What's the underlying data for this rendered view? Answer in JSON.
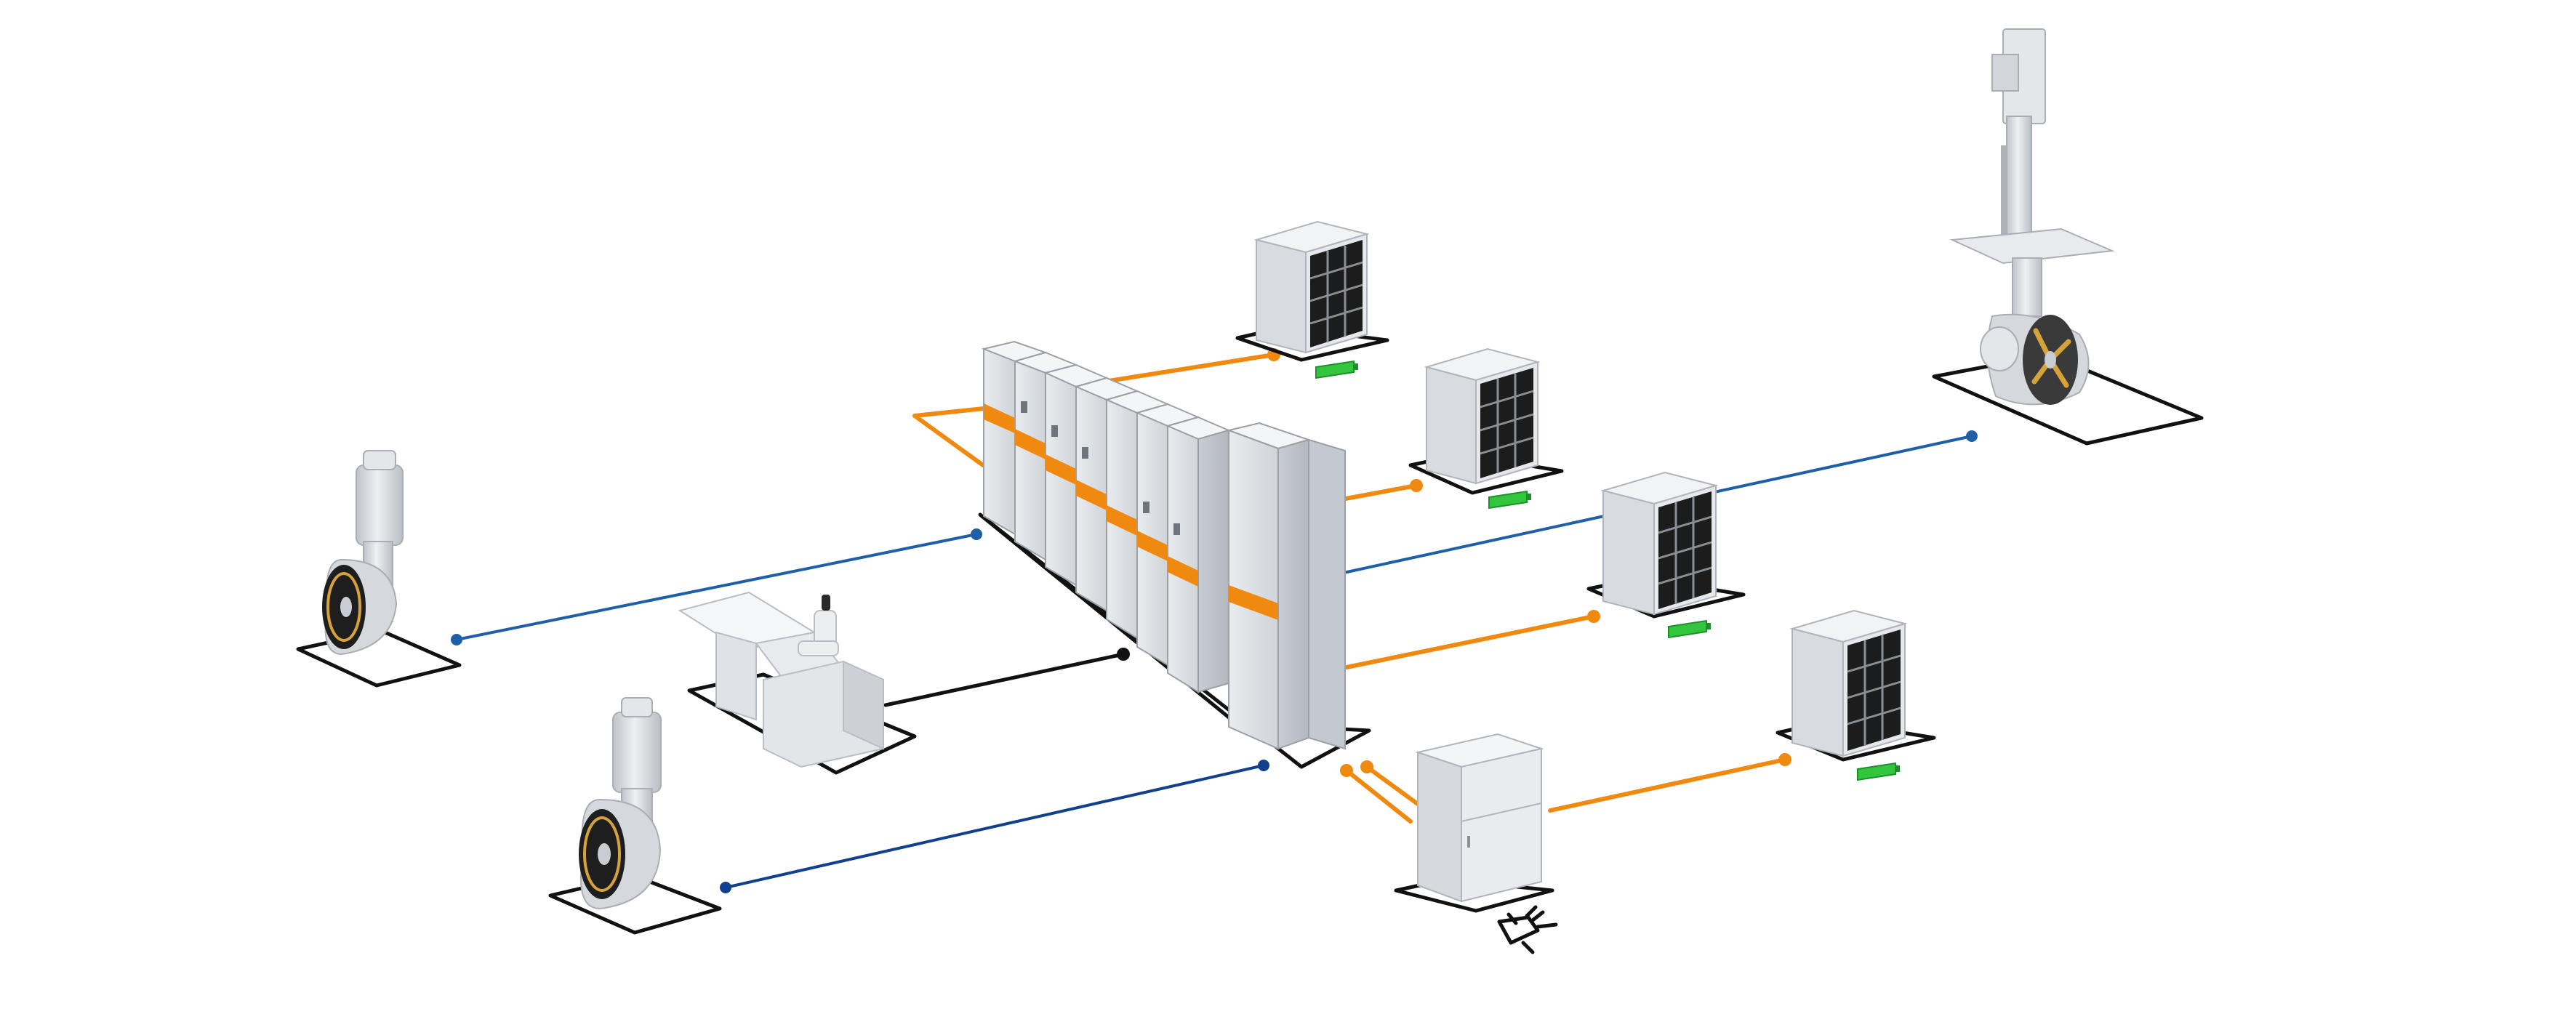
{
  "diagram": {
    "kind": "hybrid marine propulsion system",
    "components": [
      {
        "id": "retractable-thruster",
        "type": "retractable-azimuth-thruster",
        "icon": "retractable-thruster-icon"
      },
      {
        "id": "azimuth-thruster-upper",
        "type": "azimuth-thruster",
        "icon": "azimuth-thruster-icon"
      },
      {
        "id": "azimuth-thruster-lower",
        "type": "azimuth-thruster",
        "icon": "azimuth-thruster-icon"
      },
      {
        "id": "control-console",
        "type": "operator-console",
        "icon": "console-icon"
      },
      {
        "id": "switchboard",
        "type": "switchboard-cabinets",
        "icon": "cabinet-icon",
        "cabinet_count": 8
      },
      {
        "id": "battery-rack-1",
        "type": "battery-rack",
        "icon": "battery-rack-icon",
        "charge_indicator": "battery-charge-icon"
      },
      {
        "id": "battery-rack-2",
        "type": "battery-rack",
        "icon": "battery-rack-icon",
        "charge_indicator": "battery-charge-icon"
      },
      {
        "id": "battery-rack-3",
        "type": "battery-rack",
        "icon": "battery-rack-icon",
        "charge_indicator": "battery-charge-icon"
      },
      {
        "id": "battery-rack-4",
        "type": "battery-rack",
        "icon": "battery-rack-icon",
        "charge_indicator": "battery-charge-icon"
      },
      {
        "id": "shore-charging-cabinet",
        "type": "shore-connection",
        "icon": "power-plug-icon"
      }
    ],
    "connections": [
      {
        "from": "switchboard",
        "to": "battery-rack-1",
        "kind": "power"
      },
      {
        "from": "switchboard",
        "to": "battery-rack-2",
        "kind": "power"
      },
      {
        "from": "switchboard",
        "to": "battery-rack-3",
        "kind": "power"
      },
      {
        "from": "switchboard",
        "to": "retractable-thruster",
        "kind": "data"
      },
      {
        "from": "switchboard",
        "to": "azimuth-thruster-upper",
        "kind": "data"
      },
      {
        "from": "switchboard",
        "to": "azimuth-thruster-lower",
        "kind": "data"
      },
      {
        "from": "switchboard",
        "to": "control-console",
        "kind": "control"
      },
      {
        "from": "shore-charging-cabinet",
        "to": "switchboard",
        "kind": "power"
      },
      {
        "from": "shore-charging-cabinet",
        "to": "battery-rack-4",
        "kind": "power"
      }
    ],
    "colors": {
      "power": "#f0890f",
      "data": "#1f5fa8",
      "data_dark": "#10408e",
      "control": "#111111",
      "outline": "#111111",
      "equipment_light": "#eef0f2",
      "equipment_mid": "#d4d8dd",
      "equipment_dark": "#b4b9bf",
      "battery_cell": "#1c1c1c",
      "charge_indicator": "#34c53f",
      "accent_band": "#f0890f",
      "propeller_blade": "#d6a23a"
    }
  }
}
